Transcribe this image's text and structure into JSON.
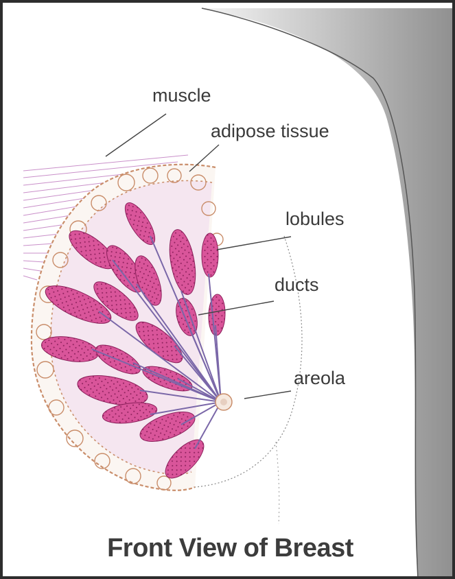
{
  "labels": {
    "muscle": "muscle",
    "adipose_tissue": "adipose tissue",
    "lobules": "lobules",
    "ducts": "ducts",
    "areola": "areola"
  },
  "caption": "Front View of Breast",
  "colors": {
    "lobule_fill": "#d9559a",
    "lobule_dot": "#8a1f5a",
    "duct_line": "#7a67a8",
    "adipose_line": "#c98d6a",
    "muscle_line": "#c98fc9",
    "body_shadow": "#9a9a9a",
    "leader_line": "#444444"
  }
}
